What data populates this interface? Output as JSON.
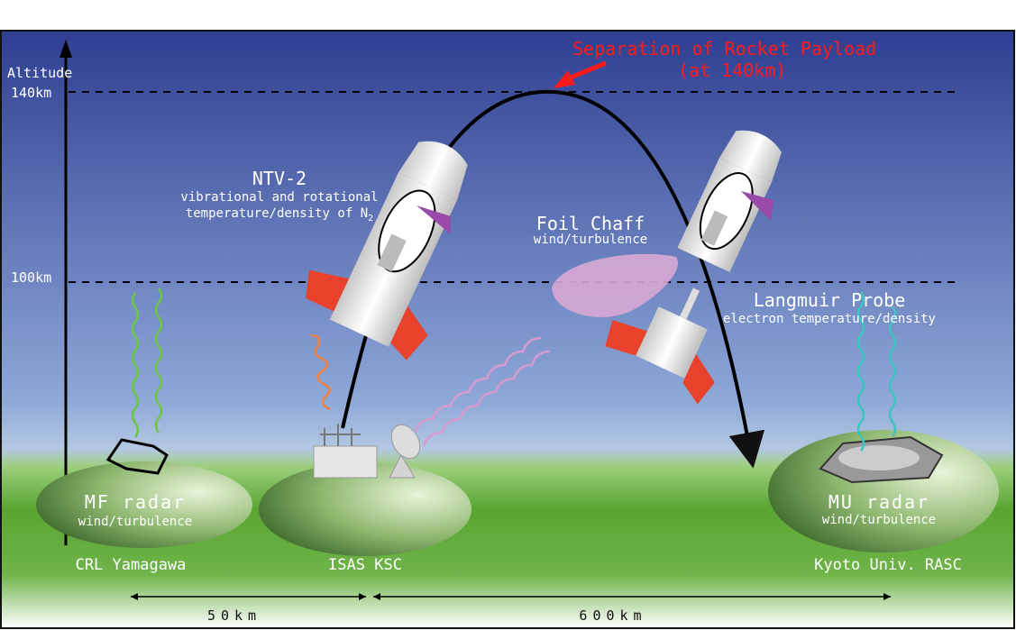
{
  "axis": {
    "title": "Altitude",
    "levels": [
      "140km",
      "100km"
    ]
  },
  "separation": {
    "line1": "Separation of Rocket Payload",
    "line2": "(at 140km)"
  },
  "ntv": {
    "title": "NTV-2",
    "desc1": "vibrational and rotational",
    "desc2": "temperature/density of N",
    "desc2_sub": "2"
  },
  "chaff": {
    "title": "Foil Chaff",
    "desc": "wind/turbulence"
  },
  "langmuir": {
    "title": "Langmuir Probe",
    "desc": "electron temperature/density"
  },
  "stations": [
    {
      "name": "MF radar",
      "desc": "wind/turbulence",
      "site": "CRL Yamagawa"
    },
    {
      "site": "ISAS KSC"
    },
    {
      "name": "MU radar",
      "desc": "wind/turbulence",
      "site": "Kyoto Univ. RASC"
    }
  ],
  "distances": [
    "50km",
    "600km"
  ],
  "colors": {
    "sky_top": "#2f3e92",
    "sky_bottom": "#a9c2e4",
    "ground": "#5aa532",
    "fins": "#e8412c",
    "label_red": "#ff1a1a",
    "wave_green": "#6cc644",
    "wave_orange": "#f08040",
    "wave_pink": "#d79ad0",
    "wave_cyan": "#3cc4c0"
  }
}
